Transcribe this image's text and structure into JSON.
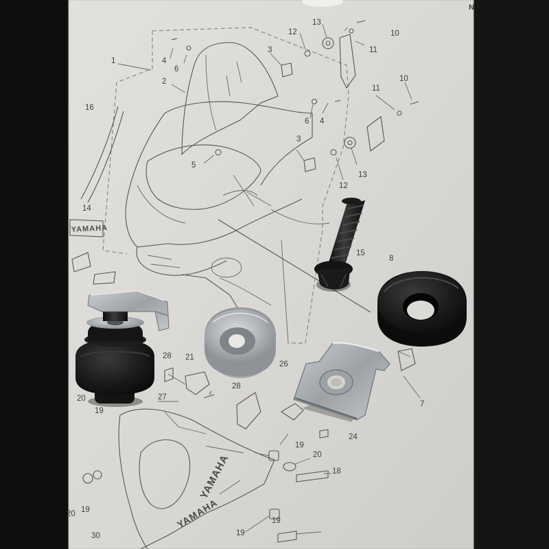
{
  "diagram": {
    "header_text": "N",
    "brand_labels": [
      "YAMAHA",
      "YAMAHA",
      "YAMAHA"
    ],
    "callouts": {
      "n1": "1",
      "n2": "2",
      "n3a": "3",
      "n3b": "3",
      "n4a": "4",
      "n4b": "4",
      "n5": "5",
      "n6a": "6",
      "n6b": "6",
      "n7": "7",
      "n8": "8",
      "n10a": "10",
      "n10b": "10",
      "n11a": "11",
      "n11b": "11",
      "n12a": "12",
      "n12b": "12",
      "n13a": "13",
      "n13b": "13",
      "n14": "14",
      "n15": "15",
      "n16": "16",
      "n18": "18",
      "n19a": "19",
      "n19b": "19",
      "n19c": "19",
      "n19d": "19",
      "n19e": "19",
      "n20a": "20",
      "n20b": "20",
      "n20c": "20",
      "n21": "21",
      "n24": "24",
      "n26": "26",
      "n27": "27",
      "n28a": "28",
      "n28b": "28",
      "n30": "30"
    }
  },
  "colors": {
    "paper": "#dcdad6",
    "line_art": "#555555",
    "rubber": "#161616",
    "zinc": "#a9adb1",
    "background": "#0e0e0e"
  }
}
